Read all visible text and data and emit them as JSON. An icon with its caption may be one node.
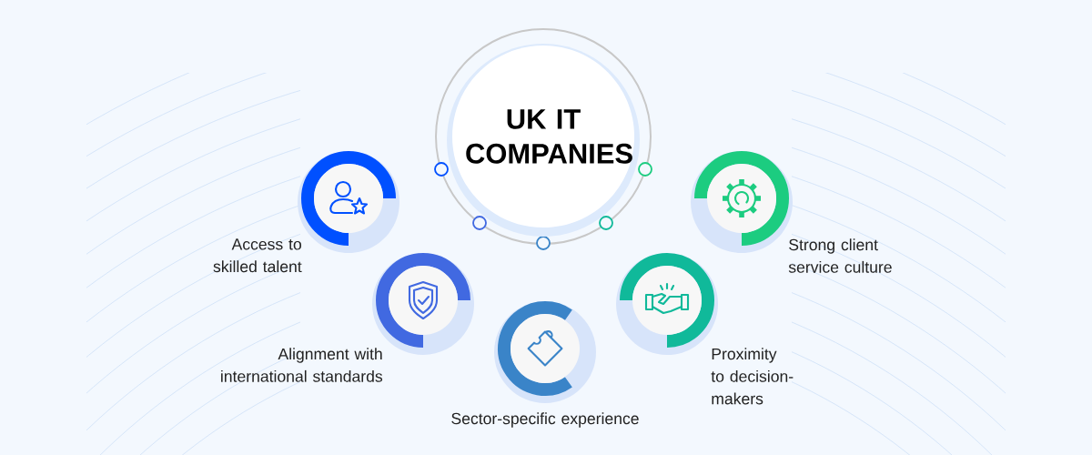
{
  "diagram": {
    "nodes": [
      {
        "text": [
          "UK IT COMPANIES"
        ]
      },
      {
        "text": [],
        "shape": "circle",
        "beside": [
          "Access to skilled talent"
        ]
      },
      {
        "text": [],
        "shape": "circle",
        "beside": [
          "Strong client service culture"
        ]
      },
      {
        "text": [],
        "shape": "circle",
        "beside": [
          "Alignment with international standards"
        ]
      },
      {
        "text": [],
        "shape": "circle",
        "beside": [
          "Proximity to decision-makers"
        ]
      },
      {
        "text": [],
        "shape": "circle",
        "beside": [
          "Sector-specific experience"
        ]
      }
    ]
  }
}
